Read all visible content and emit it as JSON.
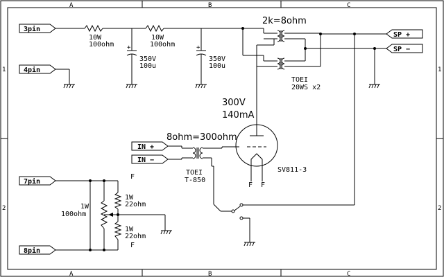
{
  "frame": {
    "col_top": [
      "A",
      "B",
      "C"
    ],
    "col_bottom": [
      "A",
      "B",
      "C"
    ],
    "row_left": [
      "1",
      "2"
    ],
    "row_right": [
      "1",
      "2"
    ]
  },
  "ports": {
    "pin3": "3pin",
    "pin4": "4pin",
    "pin7": "7pin",
    "pin8": "8pin",
    "sp_plus": "SP +",
    "sp_minus": "SP −",
    "in_plus": "IN +",
    "in_minus": "IN −"
  },
  "components": {
    "r1": {
      "power": "10W",
      "value": "100ohm"
    },
    "r2": {
      "power": "10W",
      "value": "100ohm"
    },
    "c1": {
      "voltage": "350V",
      "value": "100u"
    },
    "c2": {
      "voltage": "350V",
      "value": "100u"
    },
    "output_transformer": {
      "ratio": "2k=8ohm",
      "maker": "TOEI",
      "model": "20WS x2"
    },
    "input_transformer": {
      "ratio": "8ohm=300ohm",
      "maker": "TOEI",
      "model": "T-850"
    },
    "tube": {
      "name": "SV811-3",
      "voltage": "300V",
      "current": "140mA",
      "filament_1": "F",
      "filament_2": "F"
    },
    "pot": {
      "power": "1W",
      "value": "100ohm"
    },
    "r3": {
      "power": "1W",
      "value": "22ohm"
    },
    "r4": {
      "power": "1W",
      "value": "22ohm"
    },
    "filament_top": "F",
    "filament_bottom": "F"
  },
  "icons": [
    "ground-icon",
    "resistor-icon",
    "capacitor-icon",
    "transformer-icon",
    "triode-icon",
    "switch-icon"
  ]
}
